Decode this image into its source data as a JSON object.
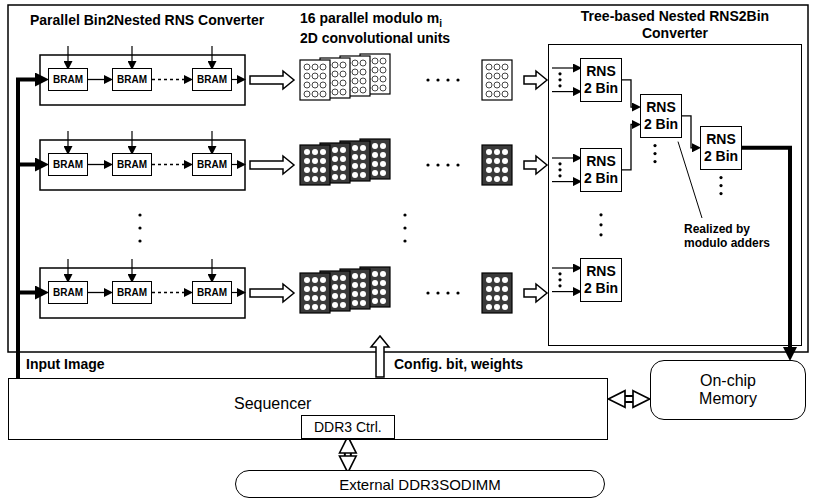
{
  "diagram": {
    "nodes": [
      {
        "text": [
          "BRAM"
        ]
      },
      {
        "text": [
          "BRAM"
        ]
      },
      {
        "text": [
          "BRAM"
        ]
      },
      {
        "text": [
          "BRAM"
        ]
      },
      {
        "text": [
          "BRAM"
        ]
      },
      {
        "text": [
          "BRAM"
        ]
      },
      {
        "text": [
          "BRAM"
        ]
      },
      {
        "text": [
          "BRAM"
        ]
      },
      {
        "text": [
          "BRAM"
        ]
      },
      {
        "text": [
          "Tree-based Nested RNS2Bin Converter"
        ]
      },
      {
        "text": [
          "RNS 2 Bin"
        ],
        "in": 9
      },
      {
        "text": [
          "RNS 2 Bin"
        ],
        "in": 9
      },
      {
        "text": [
          "RNS 2 Bin"
        ],
        "in": 9
      },
      {
        "text": [
          "RNS 2 Bin"
        ],
        "in": 9
      },
      {
        "text": [
          "RNS 2 Bin"
        ],
        "in": 9
      },
      {
        "text": [
          "Sequencer"
        ]
      },
      {
        "text": [
          "DDR3 Ctrl."
        ],
        "in": 15
      },
      {
        "text": [
          "On-chip Memory"
        ]
      },
      {
        "text": [
          "External DDR3SODIMM"
        ]
      }
    ],
    "edges": [
      {
        "from": 0,
        "to": 1,
        "arrow": "to"
      },
      {
        "from": 1,
        "to": 2,
        "arrow": "to"
      },
      {
        "from": 3,
        "to": 4,
        "arrow": "to"
      },
      {
        "from": 4,
        "to": 5,
        "arrow": "to"
      },
      {
        "from": 6,
        "to": 7,
        "arrow": "to"
      },
      {
        "from": 7,
        "to": 8,
        "arrow": "to"
      },
      {
        "from": 10,
        "to": 12,
        "arrow": "to"
      },
      {
        "from": 11,
        "to": 12,
        "arrow": "to"
      },
      {
        "from": 12,
        "to": 13,
        "arrow": "to"
      },
      {
        "from": 13,
        "to": 17,
        "arrow": "to"
      },
      {
        "from": 15,
        "to": 17,
        "arrow": "both"
      },
      {
        "from": 16,
        "to": 18,
        "arrow": "both"
      },
      {
        "from": 15,
        "to": 0,
        "arrow": "to"
      },
      {
        "from": 15,
        "to": 3,
        "arrow": "to"
      },
      {
        "from": 15,
        "to": 6,
        "arrow": "to"
      }
    ],
    "labels": [
      "Parallel Bin2Nested RNS Converter",
      "16 parallel modulo m",
      "i",
      "2D convolutional units",
      "Realized by modulo adders",
      "Input Image",
      "Config. bit, weights"
    ]
  }
}
